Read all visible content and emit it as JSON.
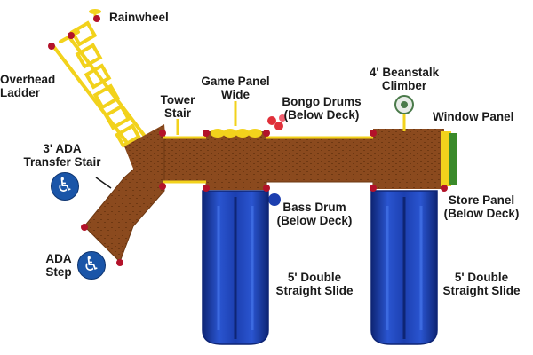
{
  "labels": {
    "rainwheel": "Rainwheel",
    "overhead_ladder": [
      "Overhead",
      "Ladder"
    ],
    "ada_transfer_stair": [
      "3' ADA",
      "Transfer Stair"
    ],
    "ada_step": [
      "ADA",
      "Step"
    ],
    "tower_stair": [
      "Tower",
      "Stair"
    ],
    "game_panel": [
      "Game Panel",
      "Wide"
    ],
    "bongo_drums": [
      "Bongo Drums",
      "(Below Deck)"
    ],
    "beanstalk": [
      "4' Beanstalk",
      "Climber"
    ],
    "window_panel": "Window Panel",
    "store_panel": [
      "Store Panel",
      "(Below Deck)"
    ],
    "bass_drum": [
      "Bass Drum",
      "(Below Deck)"
    ],
    "slide_left": [
      "5' Double",
      "Straight Slide"
    ],
    "slide_right": [
      "5' Double",
      "Straight Slide"
    ]
  },
  "icons": {
    "ada_symbol": "♿",
    "ada_icon_name": "wheelchair-accessible-icon"
  },
  "colors": {
    "deck_brown": "#8b4a1e",
    "deck_dark": "#6e3812",
    "slide_blue": "#1c3fb0",
    "slide_dark": "#0e2575",
    "rail_yellow": "#f2d21c",
    "connector_red": "#b3122a",
    "panel_green": "#3a8a2a",
    "ada_blue": "#1a55a8"
  }
}
